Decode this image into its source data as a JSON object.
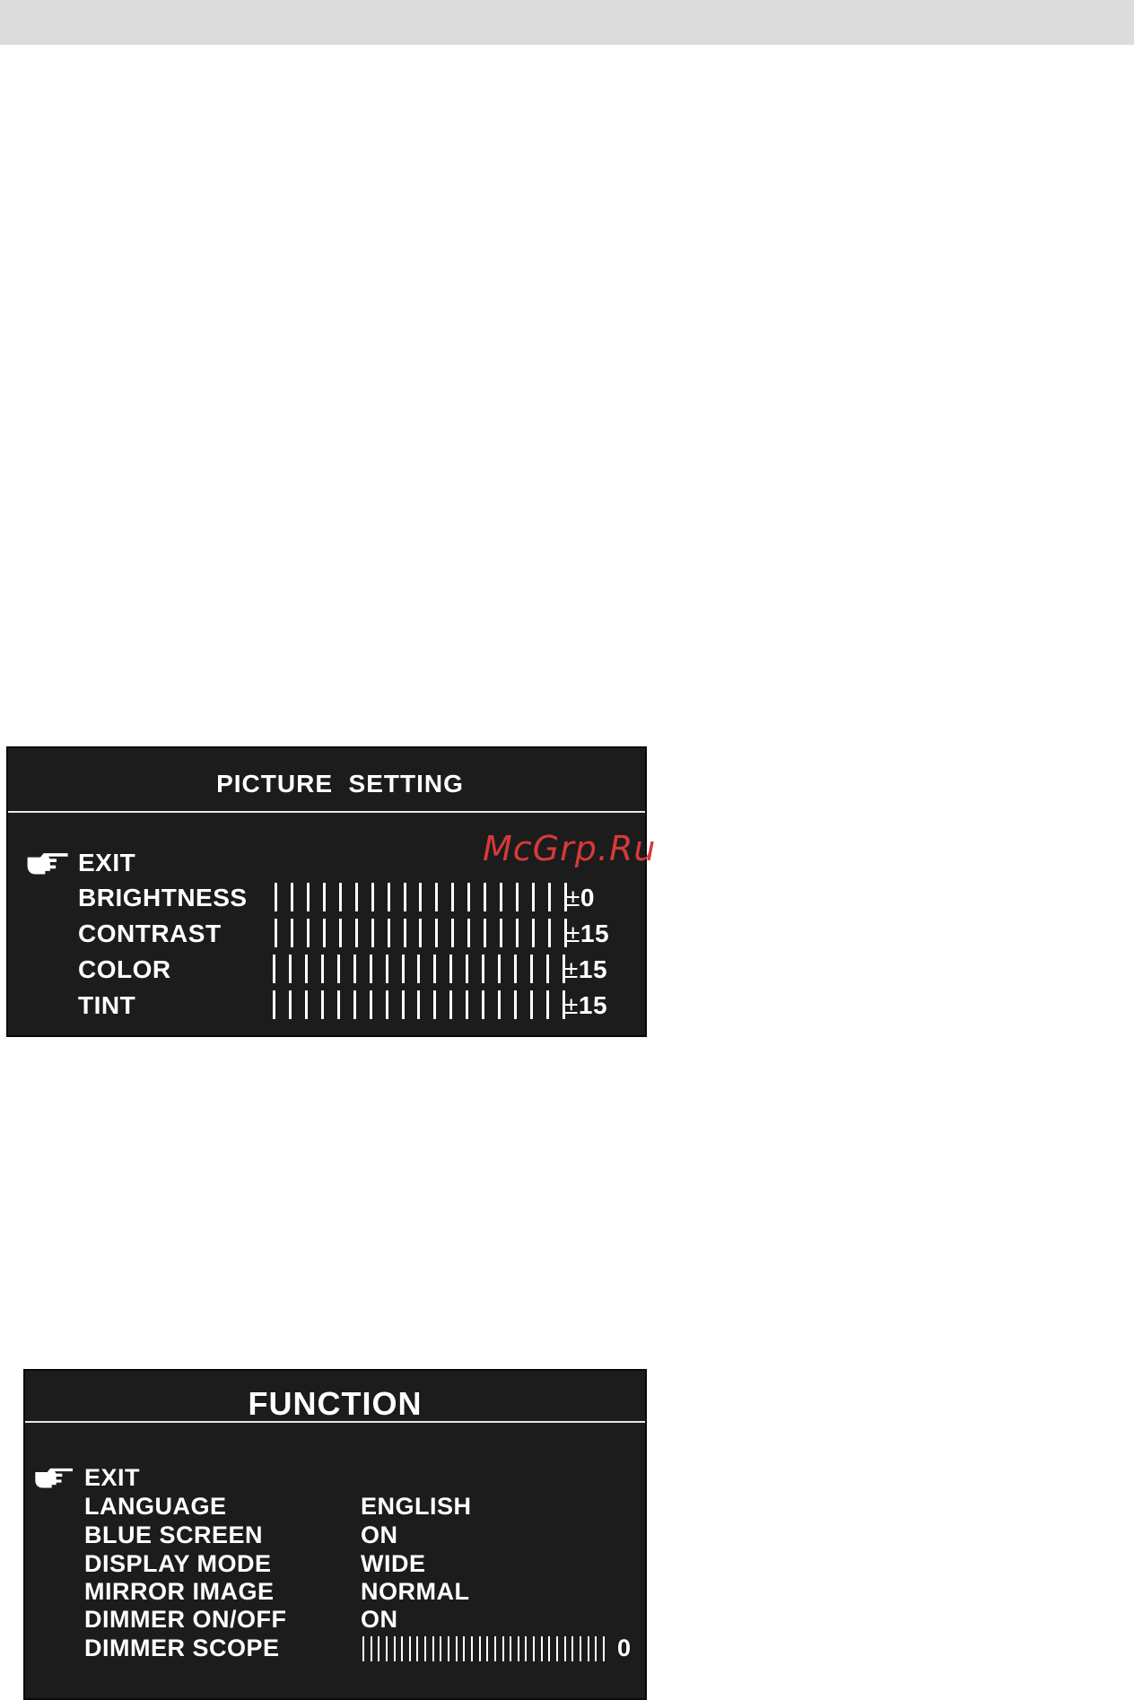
{
  "picture_setting": {
    "title": "PICTURE  SETTING",
    "pointer_icon": "pointing-hand-icon",
    "rows": [
      {
        "label": "EXIT"
      },
      {
        "label": "BRIGHTNESS",
        "value": "0",
        "prefix": "±"
      },
      {
        "label": "CONTRAST",
        "value": "15",
        "prefix": "±"
      },
      {
        "label": "COLOR",
        "value": "15",
        "prefix": "±"
      },
      {
        "label": "TINT",
        "value": "15",
        "prefix": "±"
      }
    ]
  },
  "function": {
    "title": "FUNCTION",
    "pointer_icon": "pointing-hand-icon",
    "rows": [
      {
        "label": "EXIT"
      },
      {
        "label": "LANGUAGE",
        "value": "ENGLISH"
      },
      {
        "label": "BLUE SCREEN",
        "value": "ON"
      },
      {
        "label": "DISPLAY MODE",
        "value": "WIDE"
      },
      {
        "label": "MIRROR IMAGE",
        "value": "NORMAL"
      },
      {
        "label": "DIMMER ON/OFF",
        "value": "ON"
      },
      {
        "label": "DIMMER SCOPE",
        "value": "0"
      }
    ]
  },
  "watermark": "McGrp.Ru",
  "colors": {
    "panel": "#1c1c1c",
    "text": "#ffffff",
    "watermark": "#d63a3a",
    "band": "#dcdcdc"
  }
}
